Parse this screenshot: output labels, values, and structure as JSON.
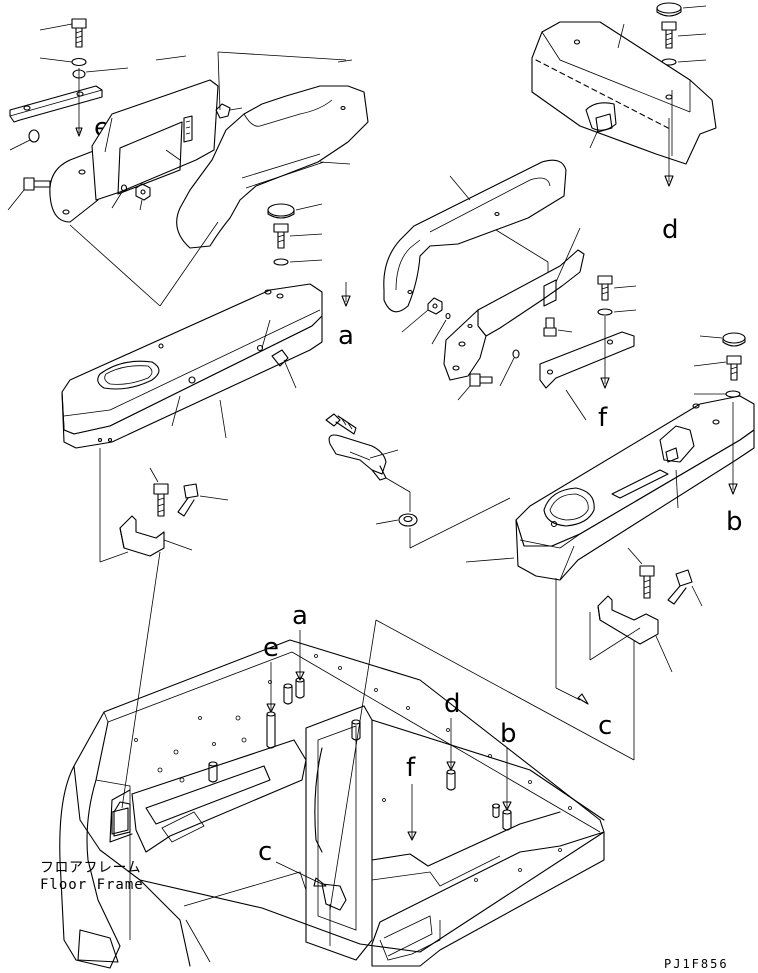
{
  "diagram": {
    "callouts": {
      "a_top": "a",
      "a_bottom": "a",
      "b_right": "b",
      "b_bottom": "b",
      "c_right": "c",
      "c_bottom": "c",
      "d_top": "d",
      "d_bottom": "d",
      "e_top": "e",
      "e_bottom": "e",
      "f_mid": "f",
      "f_bottom": "f"
    },
    "floor_frame_label_jp": "フロアフレーム",
    "floor_frame_label_en": "Floor Frame",
    "drawing_code": "PJ1F856"
  }
}
